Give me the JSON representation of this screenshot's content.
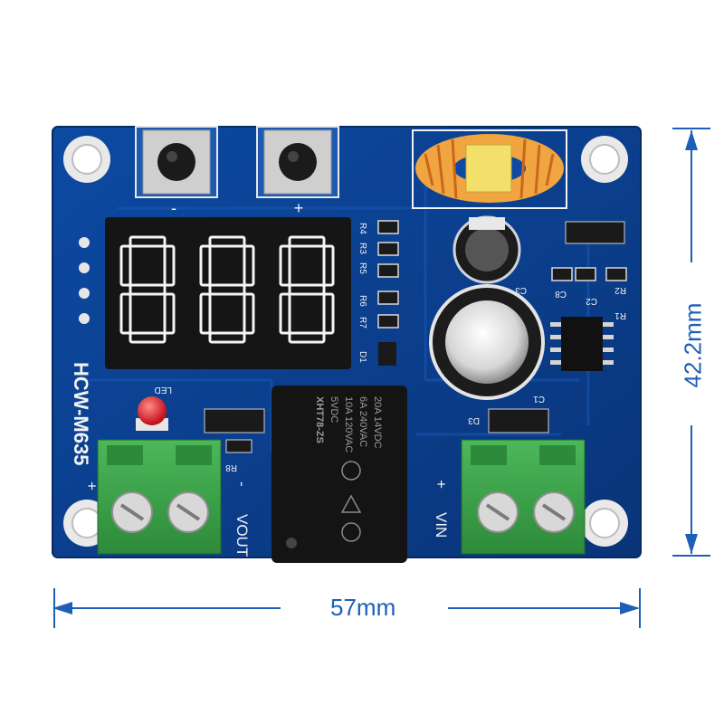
{
  "dimensions": {
    "width": "57mm",
    "height": "42.2mm"
  },
  "board": {
    "model": "HCW-M635",
    "display_digits": [
      "8",
      "8",
      "8"
    ],
    "button_minus": "-",
    "button_plus": "+",
    "output_label": "VOUT",
    "output_minus": "-",
    "output_plus": "+",
    "input_label": "VIN",
    "input_plus": "+",
    "led_label": "LED",
    "refs": {
      "r4": "R4",
      "r3": "R3",
      "r5": "R5",
      "r6": "R6",
      "r7": "R7",
      "r8": "R8",
      "d1": "D1",
      "d3": "D3",
      "c1": "C1",
      "c2": "C2",
      "c3": "C3",
      "c8": "C8",
      "r1": "R1",
      "r2": "R2"
    },
    "relay": {
      "model": "XHT78-ZS",
      "coil": "5VDC",
      "rating1": "10A 120VAC",
      "rating2": "6A 240VAC",
      "rating3": "20A 14VDC"
    }
  },
  "colors": {
    "pcb": "#0b3f8f",
    "dimension_arrows": "#1d5fb8",
    "segment_lit": "#f4f4f4",
    "terminal_green": "#3aa64a",
    "inductor_copper": "#e08a2f"
  }
}
